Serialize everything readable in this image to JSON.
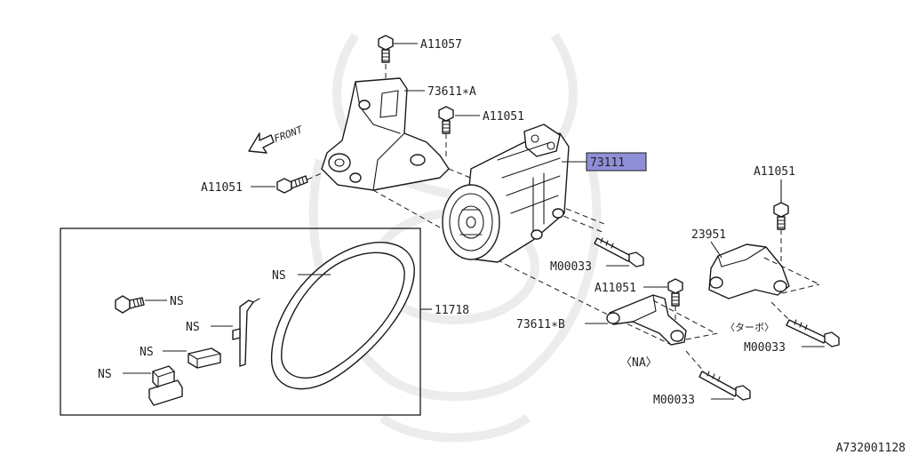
{
  "callouts": {
    "bolt_top": "A11057",
    "bracket_a": "73611∗A",
    "bolt_mid": "A11051",
    "bolt_left": "A11051",
    "front": "FRONT",
    "compressor": "73111",
    "bolt_right": "A11051",
    "bracket_turbo": "23951",
    "long_bolt_1": "M00033",
    "bolt_lower": "A11051",
    "bracket_b": "73611∗B",
    "turbo_note": "〈ターボ〉",
    "long_bolt_2": "M00033",
    "na_note": "〈NA〉",
    "long_bolt_3": "M00033",
    "belt_kit": "11718",
    "ns_belt": "NS",
    "ns_bolt": "NS",
    "ns_clip": "NS",
    "ns_bracket": "NS",
    "ns_clamp": "NS"
  },
  "highlight_color": "#8f8fd8",
  "figure_id": "A732001128"
}
